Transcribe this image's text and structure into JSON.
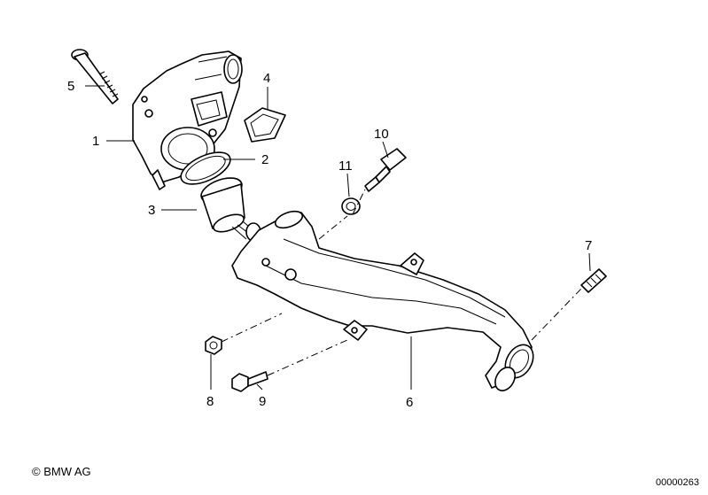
{
  "callouts": {
    "c1": "1",
    "c2": "2",
    "c3": "3",
    "c4": "4",
    "c5": "5",
    "c6": "6",
    "c7": "7",
    "c8": "8",
    "c9": "9",
    "c10": "10",
    "c11": "11"
  },
  "footer": {
    "copyright": "© BMW AG",
    "doc_number": "00000263"
  }
}
